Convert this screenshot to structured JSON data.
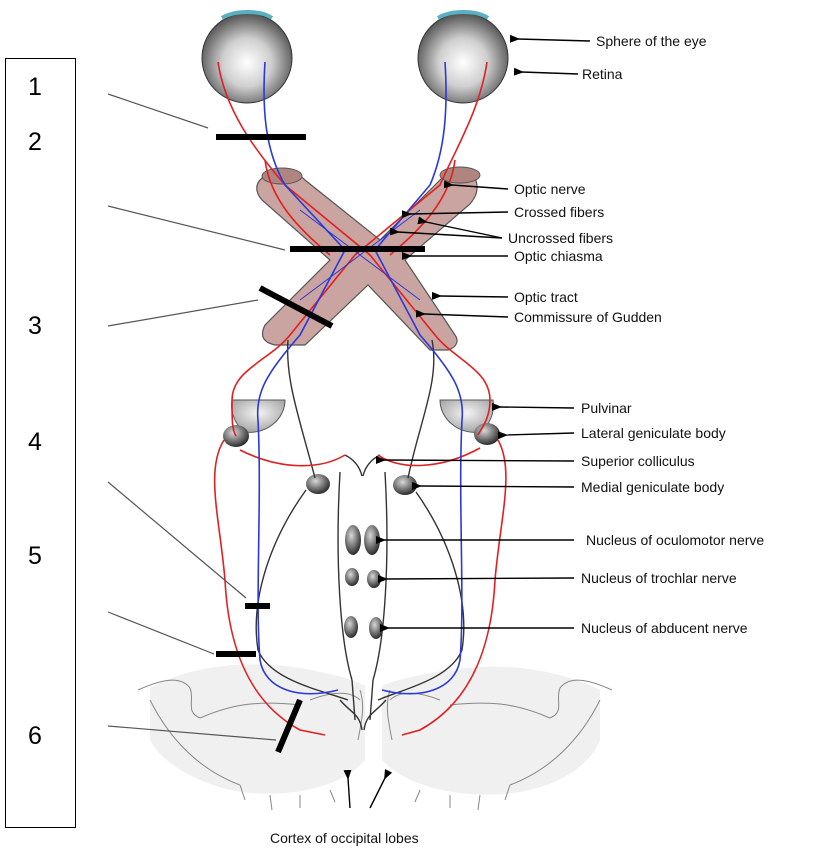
{
  "lesion_numbers": [
    "1",
    "2",
    "3",
    "4",
    "5",
    "6"
  ],
  "labels": {
    "sphere": "Sphere of the eye",
    "retina": "Retina",
    "optic_nerve": "Optic nerve",
    "crossed_fibers": "Crossed fibers",
    "uncrossed_fibers": "Uncrossed fibers",
    "optic_chiasma": "Optic chiasma",
    "optic_tract": "Optic tract",
    "commissure": "Commissure of Gudden",
    "pulvinar": "Pulvinar",
    "lgb": "Lateral geniculate body",
    "superior_colliculus": "Superior colliculus",
    "mgb": "Medial geniculate body",
    "oculomotor": "Nucleus of oculomotor nerve",
    "trochlear": "Nucleus of trochlar nerve",
    "abducent": "Nucleus of abducent nerve",
    "cortex": "Cortex of occipital lobes"
  },
  "colors": {
    "crossed_fiber": "#e02020",
    "uncrossed_fiber": "#2a3ad8",
    "optic_nerve_fill": "#c9a4a0",
    "lesion_bar": "#000000"
  }
}
